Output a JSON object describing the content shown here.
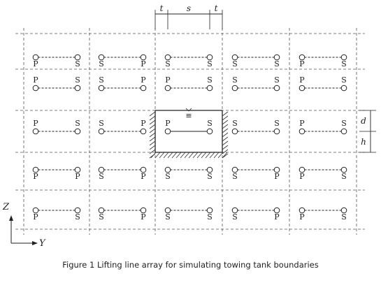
{
  "dimensions": {
    "t_left": "t",
    "s": "s",
    "t_right": "t",
    "d": "d",
    "h": "h"
  },
  "axes": {
    "z": "Z",
    "y": "Y"
  },
  "water_symbol": "≡",
  "caption": "Figure 1  Lifting line array for simulating towing tank boundaries",
  "rows": [
    [
      [
        "P",
        "S"
      ],
      [
        "S",
        "P"
      ],
      [
        "S",
        "S"
      ],
      [
        "S",
        "S"
      ],
      [
        "P",
        "S"
      ]
    ],
    [
      [
        "P",
        "S"
      ],
      [
        "S",
        "P"
      ],
      [
        "P",
        "S"
      ],
      [
        "S",
        "S"
      ],
      [
        "P",
        "S"
      ]
    ],
    [
      [
        "P",
        "S"
      ],
      [
        "S",
        "P"
      ],
      [
        "P",
        "S"
      ],
      [
        "S",
        "S"
      ],
      [
        "P",
        "S"
      ]
    ],
    [
      [
        "P",
        "P"
      ],
      [
        "S",
        "P"
      ],
      [
        "S",
        "S"
      ],
      [
        "S",
        "P"
      ],
      [
        "P",
        "S"
      ]
    ],
    [
      [
        "P",
        "S"
      ],
      [
        "S",
        "P"
      ],
      [
        "S",
        "S"
      ],
      [
        "S",
        "P"
      ],
      [
        "P",
        "S"
      ]
    ]
  ],
  "label_position": [
    "below",
    "above",
    "above",
    "below",
    "below"
  ],
  "solid_cell": {
    "row": 2,
    "col": 2
  }
}
